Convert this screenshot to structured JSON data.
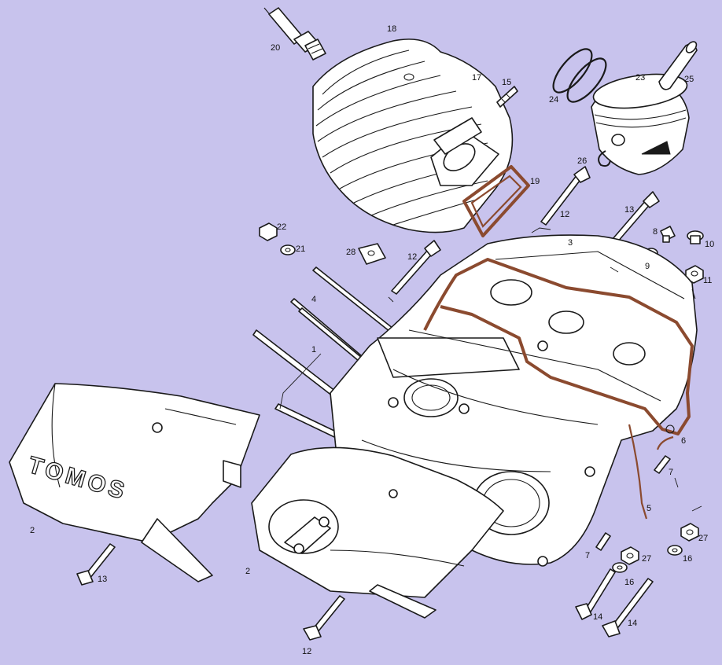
{
  "brand_text": "TOMOS",
  "colors": {
    "background": "#c8c3ed",
    "gasket": "#8b4a2f",
    "line": "#1a1a1a",
    "part": "#ffffff"
  },
  "labels": [
    "1",
    "2",
    "2",
    "3",
    "4",
    "5",
    "6",
    "7",
    "7",
    "8",
    "9",
    "10",
    "11",
    "12",
    "12",
    "12",
    "13",
    "13",
    "14",
    "14",
    "15",
    "16",
    "16",
    "17",
    "18",
    "19",
    "20",
    "21",
    "22",
    "23",
    "24",
    "25",
    "26",
    "27",
    "27",
    "28"
  ]
}
